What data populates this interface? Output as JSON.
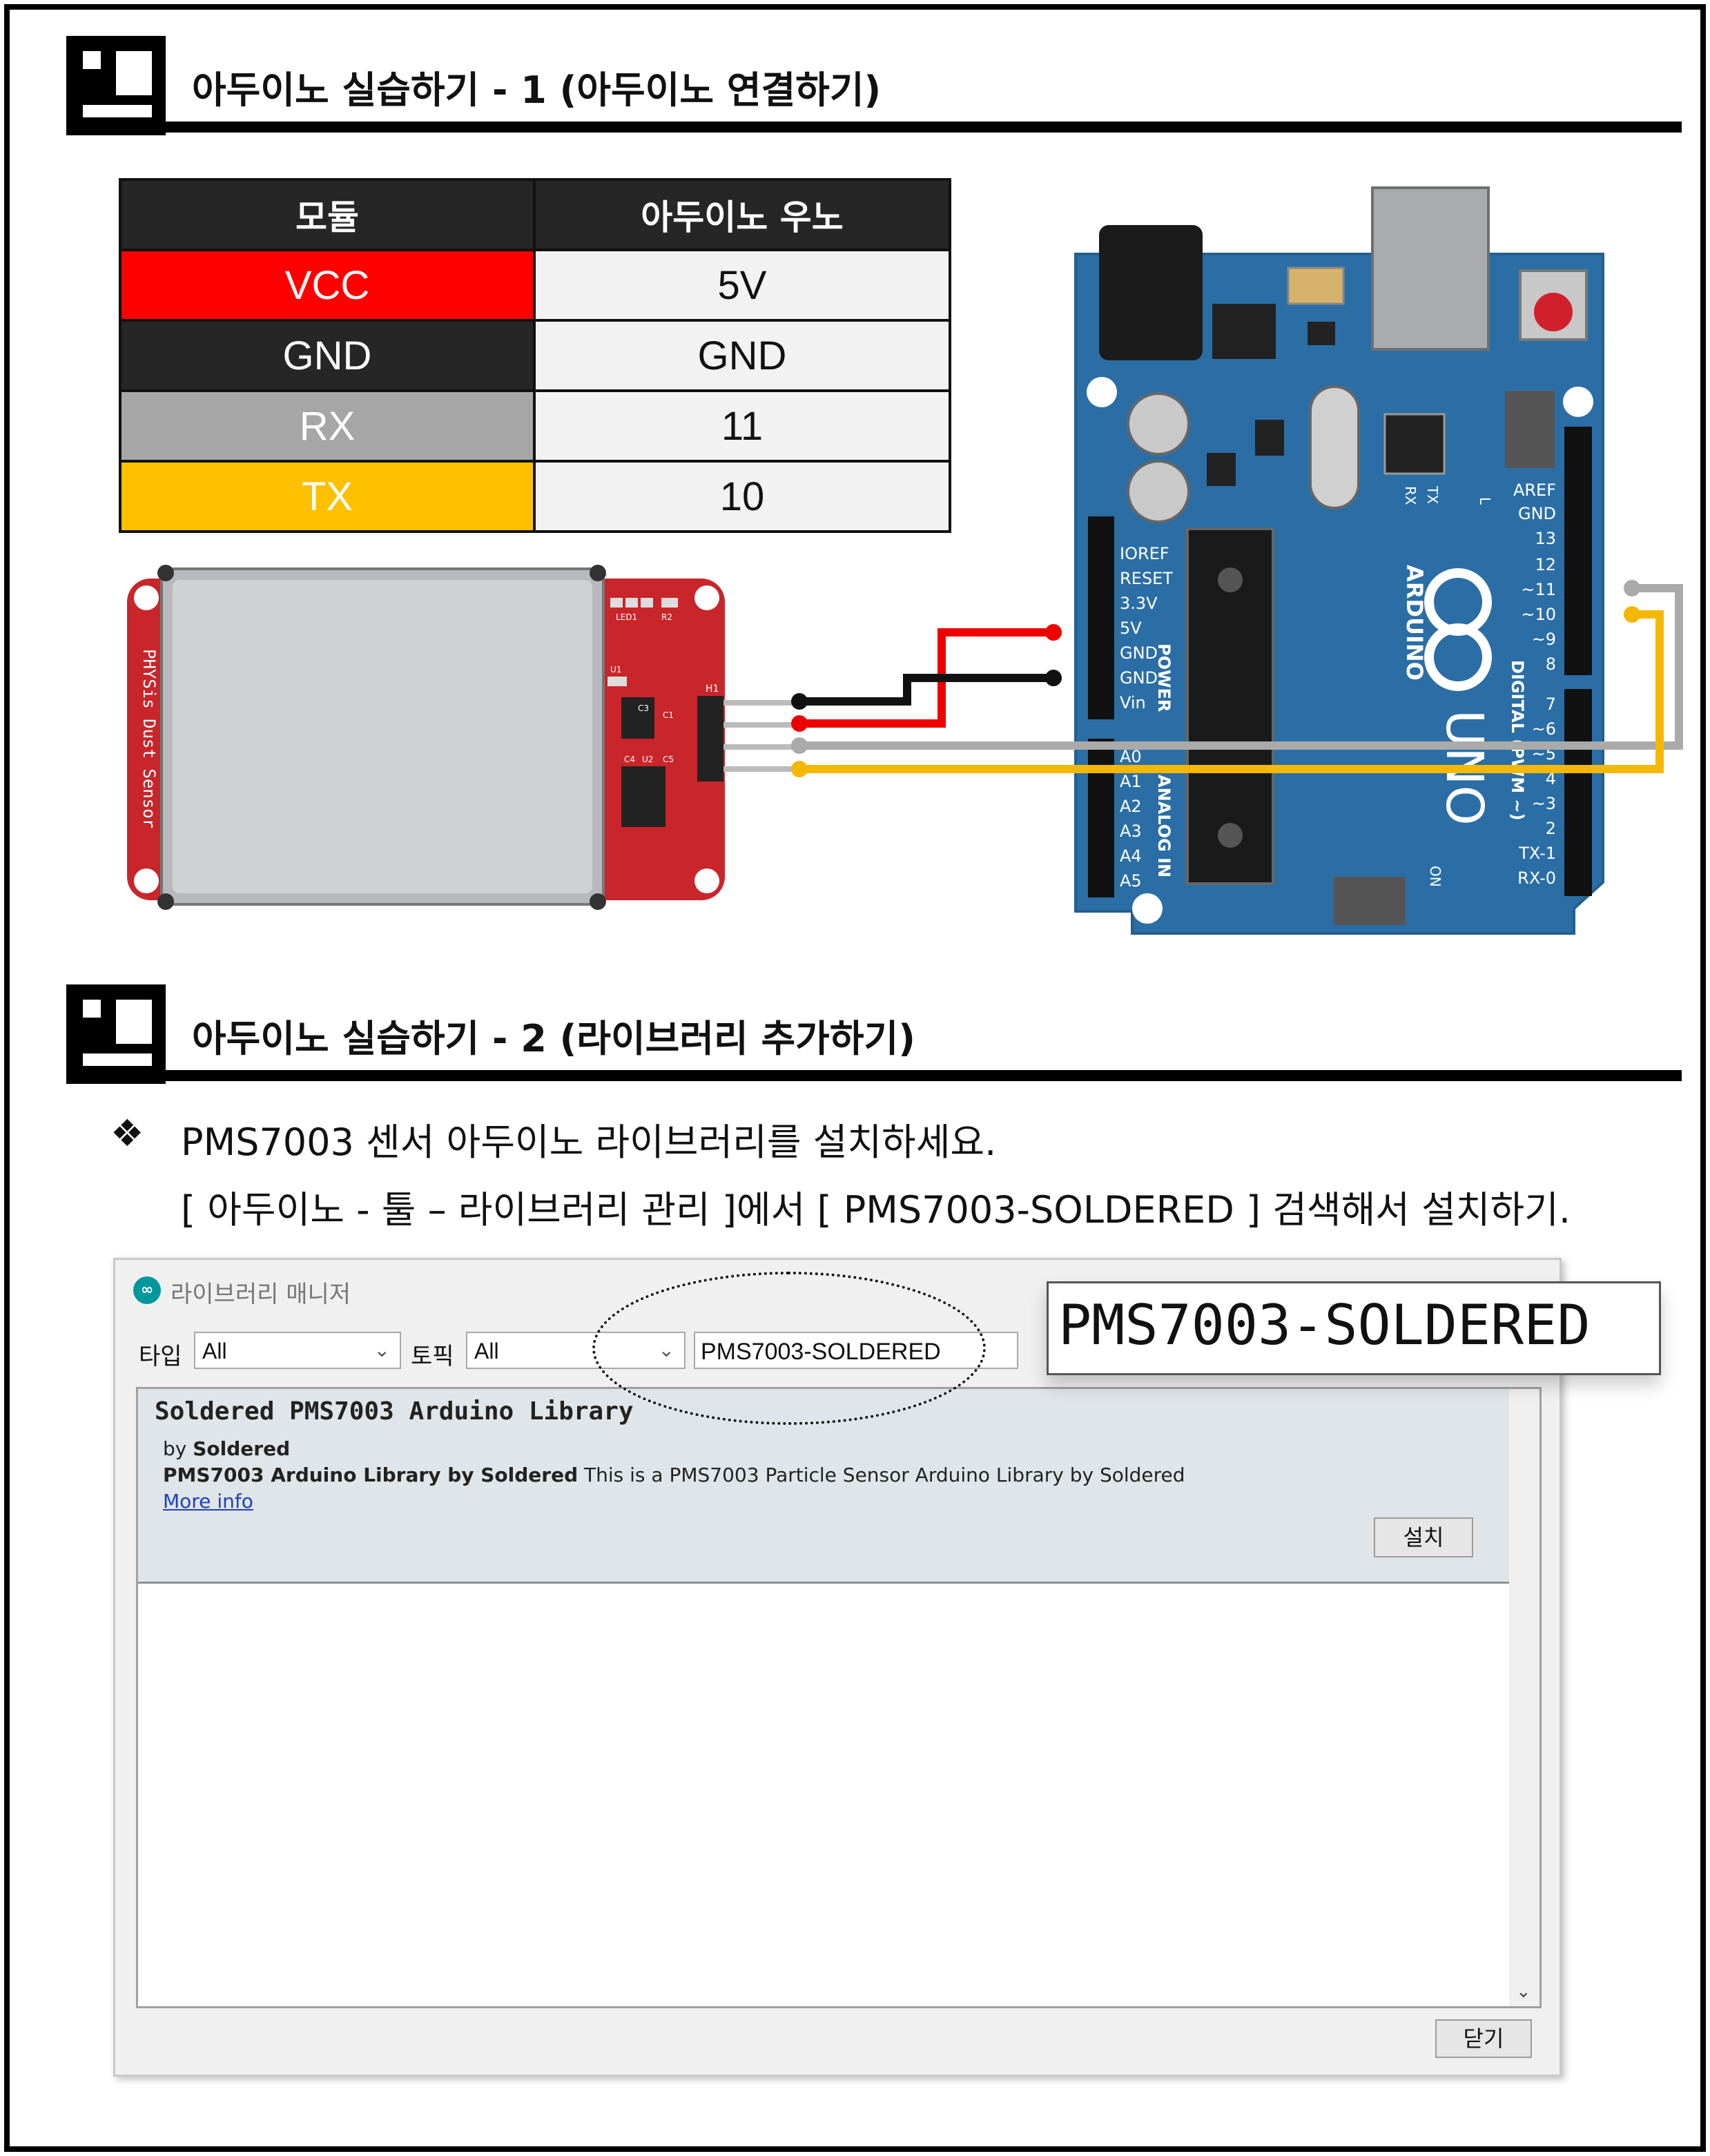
{
  "section1": {
    "title": "아두이노 실습하기 - 1 (아두이노 연결하기)"
  },
  "section2": {
    "title": "아두이노 실습하기 - 2 (라이브러리 추가하기)"
  },
  "pin_table": {
    "headers": [
      "모듈",
      "아두이노 우노"
    ],
    "rows": [
      {
        "module": "VCC",
        "arduino": "5V",
        "color": "#ff0000"
      },
      {
        "module": "GND",
        "arduino": "GND",
        "color": "#262626"
      },
      {
        "module": "RX",
        "arduino": "11",
        "color": "#a6a6a6"
      },
      {
        "module": "TX",
        "arduino": "10",
        "color": "#ffc000"
      }
    ]
  },
  "sensor": {
    "label": "PHYSis Dust Sensor",
    "connector": "H1",
    "chips": [
      "LED1",
      "R2",
      "U1",
      "C3",
      "C1",
      "C4",
      "U2",
      "C5"
    ]
  },
  "arduino": {
    "brand": "ARDUINO",
    "model": "UNO",
    "power_header_label": "POWER",
    "analog_header_label": "ANALOG IN",
    "digital_header_label": "DIGITAL (PWM ~)",
    "power_pins": [
      "IOREF",
      "RESET",
      "3.3V",
      "5V",
      "GND",
      "GND",
      "Vin"
    ],
    "analog_pins": [
      "A0",
      "A1",
      "A2",
      "A3",
      "A4",
      "A5"
    ],
    "digital_pins": [
      "AREF",
      "GND",
      "13",
      "12",
      "~11",
      "~10",
      "~9",
      "8",
      "7",
      "~6",
      "~5",
      "4",
      "~3",
      "2",
      "TX-1",
      "RX-0"
    ],
    "led_labels": [
      "L",
      "TX",
      "RX",
      "ON"
    ]
  },
  "wires": {
    "vcc_color": "#ee0000",
    "gnd_color": "#111111",
    "rx_color": "#aaaaaa",
    "tx_color": "#f5b800"
  },
  "instructions": {
    "bullet": "❖",
    "line1": "PMS7003 센서 아두이노 라이브러리를 설치하세요.",
    "line2": "[ 아두이노 - 툴 – 라이브러리 관리 ]에서  [ PMS7003-SOLDERED ] 검색해서 설치하기."
  },
  "library_manager": {
    "title": "라이브러리 매니저",
    "type_label": "타입",
    "type_value": "All",
    "topic_label": "토픽",
    "topic_value": "All",
    "search_value": "PMS7003-SOLDERED",
    "zoom_text": "PMS7003-SOLDERED",
    "lib_name": "Soldered PMS7003 Arduino Library",
    "by_prefix": "by ",
    "by_author": "Soldered",
    "desc_bold": "PMS7003 Arduino Library by Soldered",
    "desc_rest": " This is a PMS7003 Particle Sensor Arduino Library by Soldered",
    "more_info": "More info",
    "install_button": "설치",
    "close_button": "닫기"
  }
}
